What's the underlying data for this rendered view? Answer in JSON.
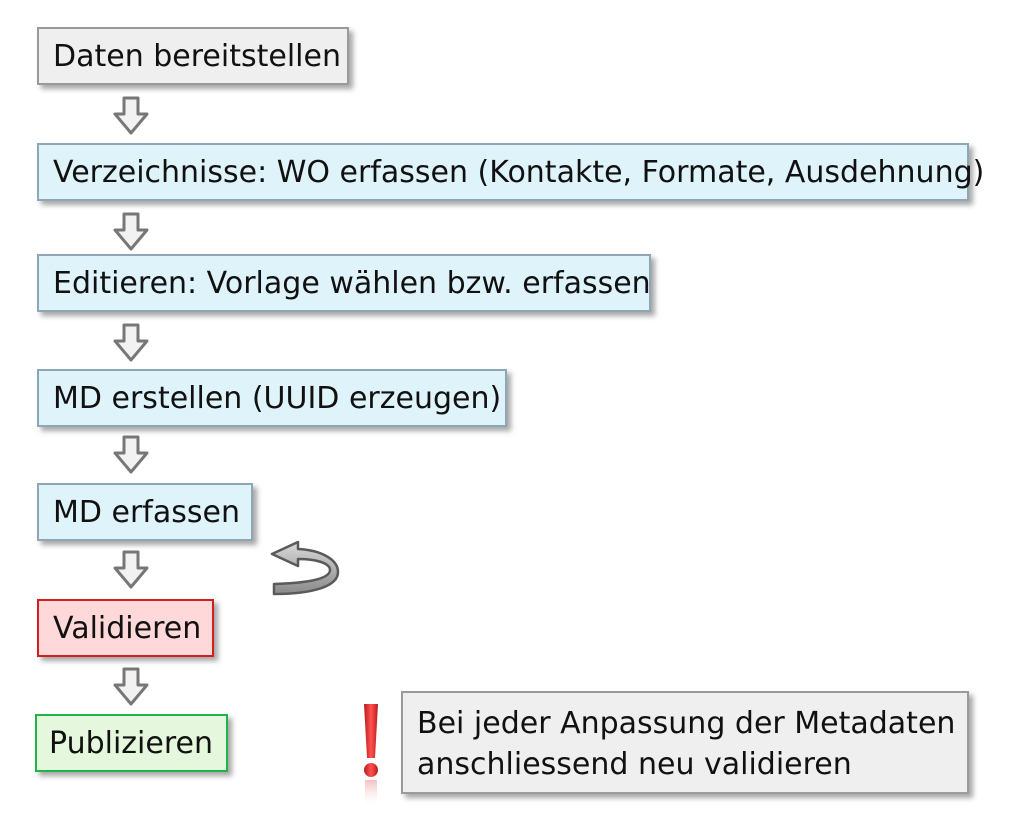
{
  "steps": [
    "Daten bereitstellen",
    "Verzeichnisse: WO erfassen (Kontakte, Formate, Ausdehnung)",
    "Editieren: Vorlage wählen bzw. erfassen",
    "MD erstellen (UUID erzeugen)",
    "MD erfassen",
    "Validieren",
    "Publizieren"
  ],
  "note": {
    "line1": "Bei jeder Anpassung der Metadaten",
    "line2": "anschliessend neu validieren"
  },
  "colors": {
    "gray_box": "#efefef",
    "blue_box": "#dff3fb",
    "red_box": "#ffd9d9",
    "red_border": "#d21e1e",
    "green_box": "#e5f8dd",
    "green_border": "#22b24a",
    "arrow_fill": "#9e9e9e",
    "exclamation": "#e53935"
  },
  "icons": [
    "down-arrow-icon",
    "loop-arrow-icon",
    "exclamation-icon"
  ]
}
